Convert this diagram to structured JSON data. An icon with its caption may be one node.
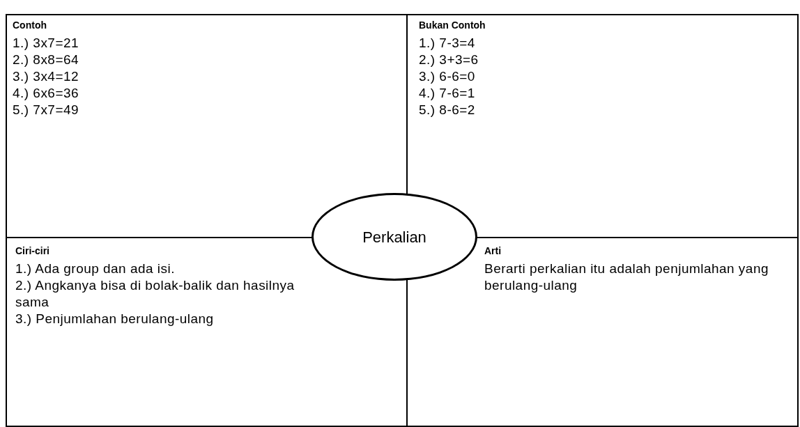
{
  "diagram": {
    "nodes": [
      {
        "text": [
          "Contoh",
          "1.) 3x7=21",
          "2.) 8x8=64",
          "3.) 3x4=12",
          "4.) 6x6=36",
          "5.) 7x7=49"
        ]
      },
      {
        "text": [
          "Bukan Contoh",
          "1.) 7-3=4",
          "2.) 3+3=6",
          "3.) 6-6=0",
          "4.) 7-6=1",
          "5.) 8-6=2"
        ]
      },
      {
        "text": [
          "Ciri-ciri",
          "1.) Ada group dan ada isi.",
          "2.) Angkanya bisa di bolak-balik dan hasilnya sama",
          "3.) Penjumlahan berulang-ulang"
        ]
      },
      {
        "text": [
          "Arti",
          "Berarti perkalian itu adalah penjumlahan yang berulang-ulang"
        ]
      },
      {
        "text": [
          "Perkalian"
        ]
      }
    ]
  }
}
